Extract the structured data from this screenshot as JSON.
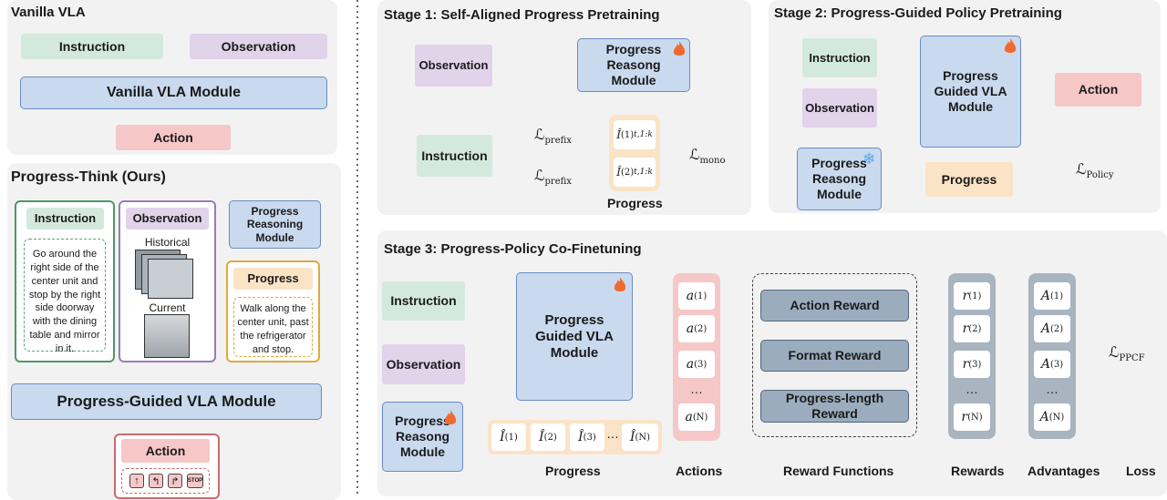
{
  "vanilla": {
    "title": "Vanilla VLA",
    "instruction": "Instruction",
    "observation": "Observation",
    "module": "Vanilla VLA Module",
    "action": "Action"
  },
  "think": {
    "title": "Progress-Think (Ours)",
    "instruction": "Instruction",
    "instruction_text": "Go around the right side of the center unit and stop by the right side doorway with the dining table and mirror in it.",
    "observation": "Observation",
    "historical": "Historical",
    "current": "Current",
    "reasoning": "Progress Reasoning Module",
    "progress": "Progress",
    "progress_text": "Walk along the center unit, past the refrigerator and stop.",
    "module": "Progress-Guided VLA Module",
    "action": "Action",
    "action_icons": [
      "up-arrow-icon",
      "turn-left-icon",
      "turn-right-icon",
      "stop-icon"
    ],
    "stop": "STOP"
  },
  "stage1": {
    "title": "Stage 1: Self-Aligned Progress Pretraining",
    "observation": "Observation",
    "reasoning": "Progress Reasong Module",
    "instruction": "Instruction",
    "prefix": "prefix",
    "mono": "mono",
    "progress": "Progress"
  },
  "stage2": {
    "title": "Stage 2: Progress-Guided Policy Pretraining",
    "instruction": "Instruction",
    "observation": "Observation",
    "module": "Progress Guided VLA Module",
    "action": "Action",
    "reasoning": "Progress Reasong Module",
    "progress": "Progress",
    "policy": "Policy"
  },
  "stage3": {
    "title": "Stage 3: Progress-Policy Co-Finetuning",
    "instruction": "Instruction",
    "observation": "Observation",
    "reasoning": "Progress Reasong Module",
    "module": "Progress Guided VLA Module",
    "actions": [
      "(1)",
      "(2)",
      "(3)",
      "…",
      "(N)"
    ],
    "rewards_fn": [
      "Action Reward",
      "Format Reward",
      "Progress-length Reward"
    ],
    "loss": "PPCF",
    "footer": [
      "Progress",
      "Actions",
      "Reward Functions",
      "Rewards",
      "Advantages",
      "Loss"
    ]
  }
}
